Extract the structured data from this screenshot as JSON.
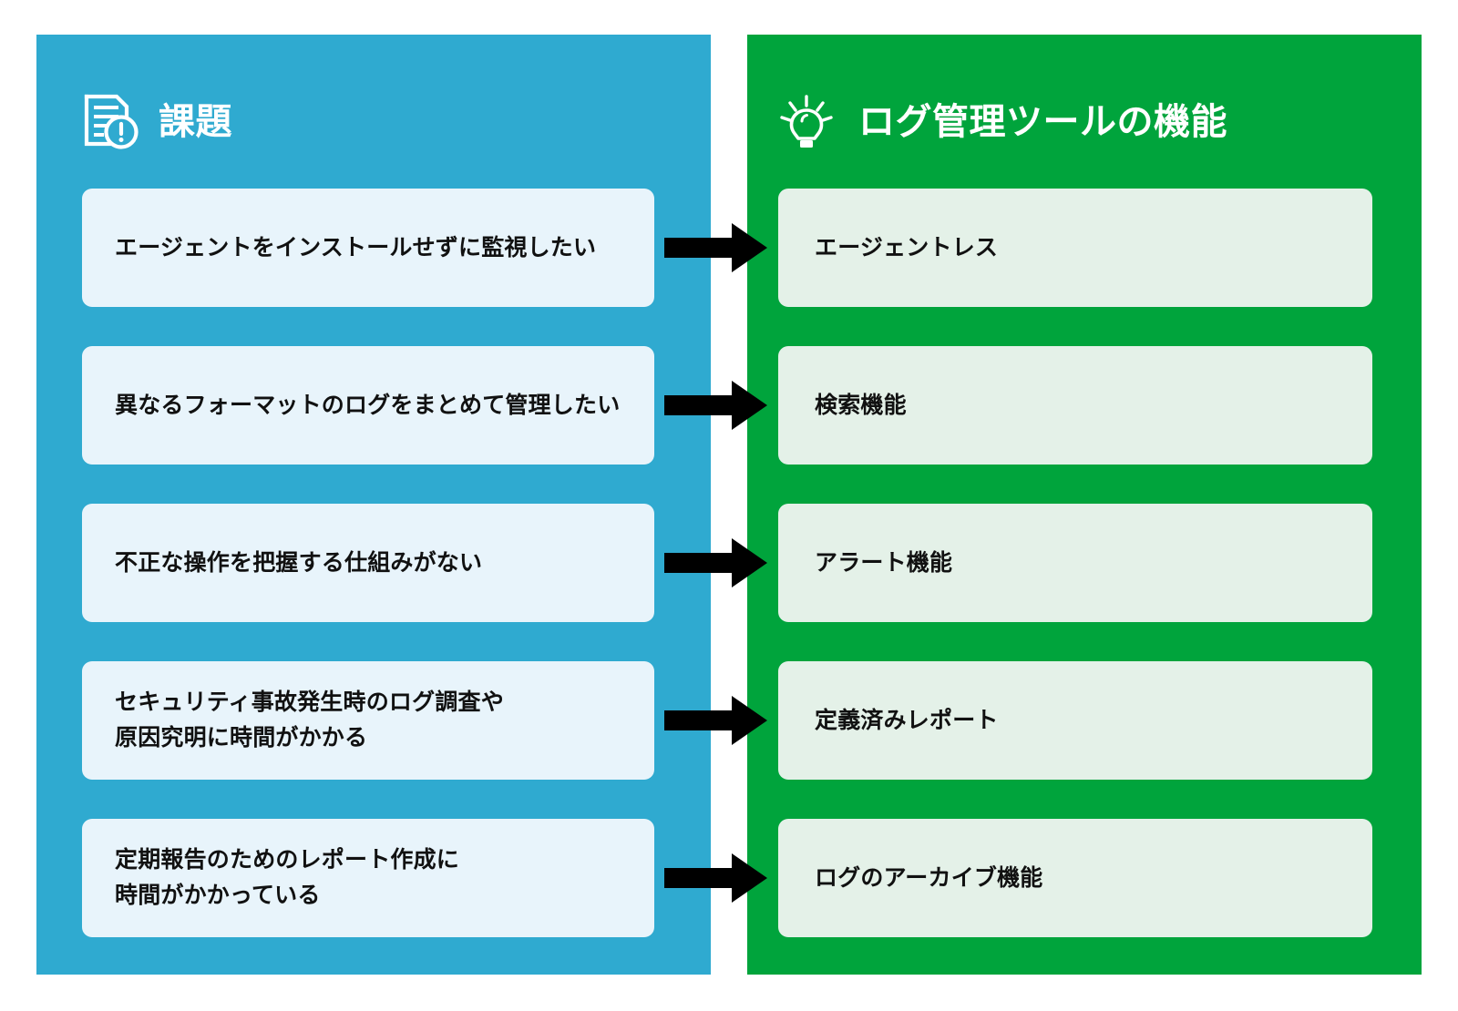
{
  "diagram": {
    "type": "two-column-mapping",
    "left_panel": {
      "title": "課題",
      "icon": "document-alert-icon",
      "background_color": "#2FAAD0",
      "card_color": "#E8F4FB",
      "cards": [
        {
          "text": "エージェントをインストールせずに監視したい"
        },
        {
          "text": "異なるフォーマットのログをまとめて管理したい"
        },
        {
          "text": "不正な操作を把握する仕組みがない"
        },
        {
          "text": "セキュリティ事故発生時のログ調査や\n原因究明に時間がかかる"
        },
        {
          "text": "定期報告のためのレポート作成に\n時間がかかっている"
        }
      ]
    },
    "right_panel": {
      "title": "ログ管理ツールの機能",
      "icon": "lightbulb-icon",
      "background_color": "#00A43C",
      "card_color": "#E4F1E8",
      "cards": [
        {
          "text": "エージェントレス"
        },
        {
          "text": "検索機能"
        },
        {
          "text": "アラート機能"
        },
        {
          "text": "定義済みレポート"
        },
        {
          "text": "ログのアーカイブ機能"
        }
      ]
    },
    "connectors": {
      "icon": "right-arrow-icon",
      "color": "#000000",
      "count": 5
    }
  }
}
